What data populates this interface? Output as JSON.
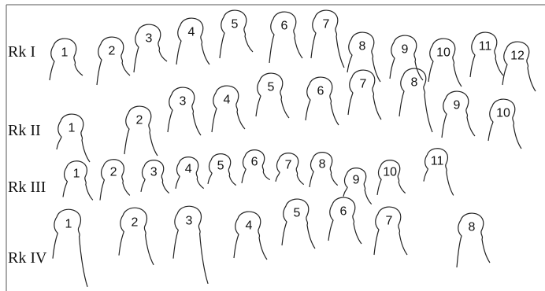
{
  "rows": [
    {
      "label": "Rk I",
      "figures": [
        {
          "number": "1"
        },
        {
          "number": "2"
        },
        {
          "number": "3"
        },
        {
          "number": "4"
        },
        {
          "number": "5"
        },
        {
          "number": "6"
        },
        {
          "number": "7"
        },
        {
          "number": "8"
        },
        {
          "number": "9"
        },
        {
          "number": "10"
        },
        {
          "number": "11"
        },
        {
          "number": "12"
        }
      ]
    },
    {
      "label": "Rk II",
      "figures": [
        {
          "number": "1"
        },
        {
          "number": "2"
        },
        {
          "number": "3"
        },
        {
          "number": "4"
        },
        {
          "number": "5"
        },
        {
          "number": "6"
        },
        {
          "number": "7"
        },
        {
          "number": "8"
        },
        {
          "number": "9"
        },
        {
          "number": "10"
        }
      ]
    },
    {
      "label": "Rk III",
      "figures": [
        {
          "number": "1"
        },
        {
          "number": "2"
        },
        {
          "number": "3"
        },
        {
          "number": "4"
        },
        {
          "number": "5"
        },
        {
          "number": "6"
        },
        {
          "number": "7"
        },
        {
          "number": "8"
        },
        {
          "number": "9"
        },
        {
          "number": "10"
        },
        {
          "number": "11"
        }
      ]
    },
    {
      "label": "Rk IV",
      "figures": [
        {
          "number": "1"
        },
        {
          "number": "2"
        },
        {
          "number": "3"
        },
        {
          "number": "4"
        },
        {
          "number": "5"
        },
        {
          "number": "6"
        },
        {
          "number": "7"
        },
        {
          "number": "8"
        }
      ]
    }
  ],
  "colors": {
    "line": "#222222",
    "frame": "#555555",
    "background": "#ffffff"
  }
}
